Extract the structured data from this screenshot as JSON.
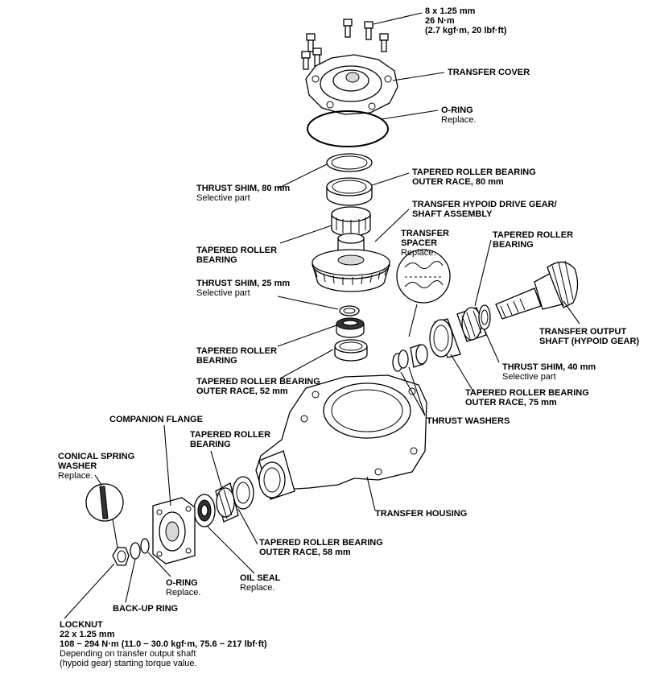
{
  "labels": {
    "bolt_spec": {
      "line1": "8 x 1.25 mm",
      "line2": "26 N·m",
      "line3": "(2.7 kgf·m, 20 lbf·ft)"
    },
    "transfer_cover": {
      "title": "TRANSFER COVER"
    },
    "o_ring_top": {
      "title": "O-RING",
      "note": "Replace."
    },
    "thrust_shim_80": {
      "title": "THRUST SHIM, 80 mm",
      "note": "Selective part"
    },
    "outer_race_80": {
      "title1": "TAPERED ROLLER BEARING",
      "title2": "OUTER RACE, 80 mm"
    },
    "hypoid_drive_gear": {
      "title1": "TRANSFER HYPOID DRIVE GEAR/",
      "title2": "SHAFT ASSEMBLY"
    },
    "bearing_upper": {
      "title1": "TAPERED ROLLER",
      "title2": "BEARING"
    },
    "transfer_spacer": {
      "title1": "TRANSFER",
      "title2": "SPACER",
      "note": "Replace."
    },
    "bearing_right": {
      "title1": "TAPERED ROLLER",
      "title2": "BEARING"
    },
    "thrust_shim_25": {
      "title": "THRUST SHIM, 25 mm",
      "note": "Selective part"
    },
    "output_shaft": {
      "title1": "TRANSFER OUTPUT",
      "title2": "SHAFT (HYPOID GEAR)"
    },
    "bearing_mid": {
      "title1": "TAPERED ROLLER",
      "title2": "BEARING"
    },
    "thrust_shim_40": {
      "title": "THRUST SHIM, 40 mm",
      "note": "Selective part"
    },
    "outer_race_52": {
      "title1": "TAPERED ROLLER BEARING",
      "title2": "OUTER RACE, 52 mm"
    },
    "outer_race_75": {
      "title1": "TAPERED ROLLER BEARING",
      "title2": "OUTER RACE, 75 mm"
    },
    "companion_flange": {
      "title": "COMPANION FLANGE"
    },
    "thrust_washers": {
      "title": "THRUST WASHERS"
    },
    "bearing_lower": {
      "title1": "TAPERED ROLLER",
      "title2": "BEARING"
    },
    "conical_washer": {
      "title1": "CONICAL SPRING",
      "title2": "WASHER",
      "note": "Replace."
    },
    "transfer_housing": {
      "title": "TRANSFER HOUSING"
    },
    "outer_race_58": {
      "title1": "TAPERED ROLLER BEARING",
      "title2": "OUTER RACE, 58 mm"
    },
    "o_ring_bottom": {
      "title": "O-RING",
      "note": "Replace."
    },
    "oil_seal": {
      "title": "OIL SEAL",
      "note": "Replace."
    },
    "back_up_ring": {
      "title": "BACK-UP RING"
    },
    "locknut": {
      "title": "LOCKNUT",
      "line1": "22 x 1.25 mm",
      "line2": "108 − 294 N·m (11.0 − 30.0 kgf·m, 75.6 − 217 lbf·ft)",
      "line3": "Depending on transfer output shaft",
      "line4": "(hypoid gear) starting torque value."
    }
  }
}
